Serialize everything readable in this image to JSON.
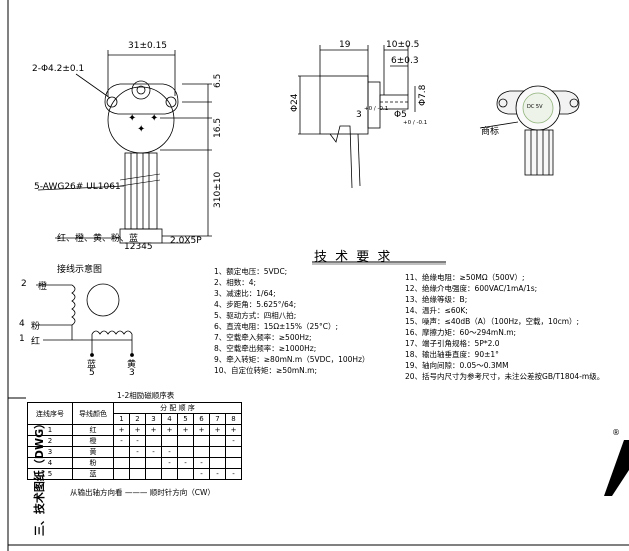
{
  "front_view": {
    "width_dim": "31±0.15",
    "hole_dim": "2-Φ4.2±0.1",
    "vdim_top": "6.5",
    "vdim_mid": "16.5",
    "vdim_cable": "310±10",
    "wire_spec": "5-AWG26# UL1061",
    "wire_colors": "红、橙、黄、粉、蓝",
    "wire_numbers": "12345",
    "connector": "2.0X5P"
  },
  "side_view": {
    "dim_body": "19",
    "dim_shaft_len": "10±0.5",
    "dim_flat_len": "6±0.3",
    "dim_dia": "Φ24",
    "dim_flat_w": "3",
    "dim_flat_w_tol": "+0 / -0.1",
    "dim_shaft_dia": "Φ5",
    "dim_shaft_dia_tol": "+0 / -0.1",
    "dim_flat_h": "Φ7.8"
  },
  "photo_view": {
    "label_text": "DC 5V",
    "trademark_label": "商标"
  },
  "requirements": {
    "title": "技 术 要 求",
    "left": [
      "1、额定电压：5VDC;",
      "2、相数：4;",
      "3、减速比：1/64;",
      "4、步距角：5.625°/64;",
      "5、驱动方式：四相八拍;",
      "6、直流电阻：15Ω±15%（25°C）;",
      "7、空载牵入频率：≥500Hz;",
      "8、空载牵出频率：≥1000Hz;",
      "9、牵入转矩：≥80mN.m（5VDC，100Hz）",
      "10、自定位转矩：≥50mN.m;"
    ],
    "right": [
      "11、绝缘电阻：≥50MΩ（500V）;",
      "12、绝缘介电强度：600VAC/1mA/1s;",
      "13、绝缘等级：B;",
      "14、温升：≤60K;",
      "15、噪声：≤40dB（A）（100Hz，空载，10cm）;",
      "16、摩擦力矩：60～294mN.m;",
      "17、端子引角规格：5P*2.0",
      "18、输出轴垂直度：90±1°",
      "19、轴向间隙：0.05～0.3MM",
      "20、括号内尺寸为参考尺寸，未注公差按GB/T1804-m级。"
    ]
  },
  "wiring": {
    "title": "接线示意图",
    "orange_num": "2",
    "orange": "橙",
    "pink_num": "4",
    "pink": "粉",
    "red_num": "1",
    "red": "红",
    "blue": "蓝",
    "blue_num": "5",
    "yellow": "黄",
    "yellow_num": "3"
  },
  "table": {
    "title": "1-2相励磁顺序表",
    "col_seq": "连线序号",
    "col_color": "导线颜色",
    "col_order": "分 配 顺 序",
    "steps": [
      "1",
      "2",
      "3",
      "4",
      "5",
      "6",
      "7",
      "8"
    ],
    "rows": [
      {
        "num": "1",
        "color": "红",
        "cells": [
          "+",
          "+",
          "+",
          "+",
          "+",
          "+",
          "+",
          "+"
        ]
      },
      {
        "num": "2",
        "color": "橙",
        "cells": [
          "-",
          "-",
          "",
          "",
          "",
          "",
          "",
          "-"
        ]
      },
      {
        "num": "3",
        "color": "黄",
        "cells": [
          "",
          "-",
          "-",
          "-",
          "",
          "",
          "",
          ""
        ]
      },
      {
        "num": "4",
        "color": "粉",
        "cells": [
          "",
          "",
          "",
          "-",
          "-",
          "-",
          "",
          ""
        ]
      },
      {
        "num": "5",
        "color": "蓝",
        "cells": [
          "",
          "",
          "",
          "",
          "",
          "-",
          "-",
          "-"
        ]
      }
    ],
    "direction": "从输出轴方向看 ——— 顺时针方向（CW）"
  },
  "side_title": "三、技术图纸（DWG）",
  "corner_mark": "®"
}
